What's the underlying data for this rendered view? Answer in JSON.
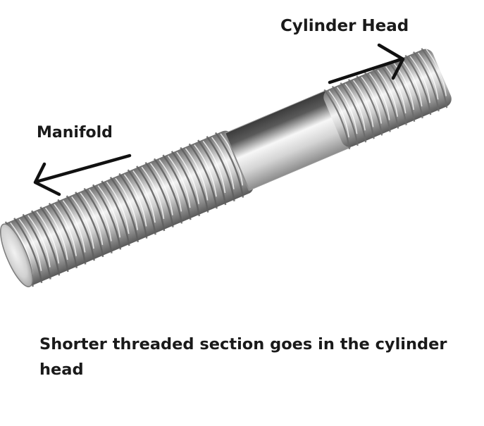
{
  "labels": {
    "cylinder_head": "Cylinder Head",
    "manifold": "Manifold"
  },
  "caption": "Shorter threaded section goes in the cylinder head",
  "colors": {
    "text": "#1a1a1a",
    "arrow": "#111111",
    "steel_light": "#f4f4f4",
    "steel_mid": "#b9b9b9",
    "steel_dark": "#6f6f6f"
  },
  "icons": {
    "left_arrow": "arrow-left-icon",
    "right_arrow": "arrow-right-icon"
  }
}
